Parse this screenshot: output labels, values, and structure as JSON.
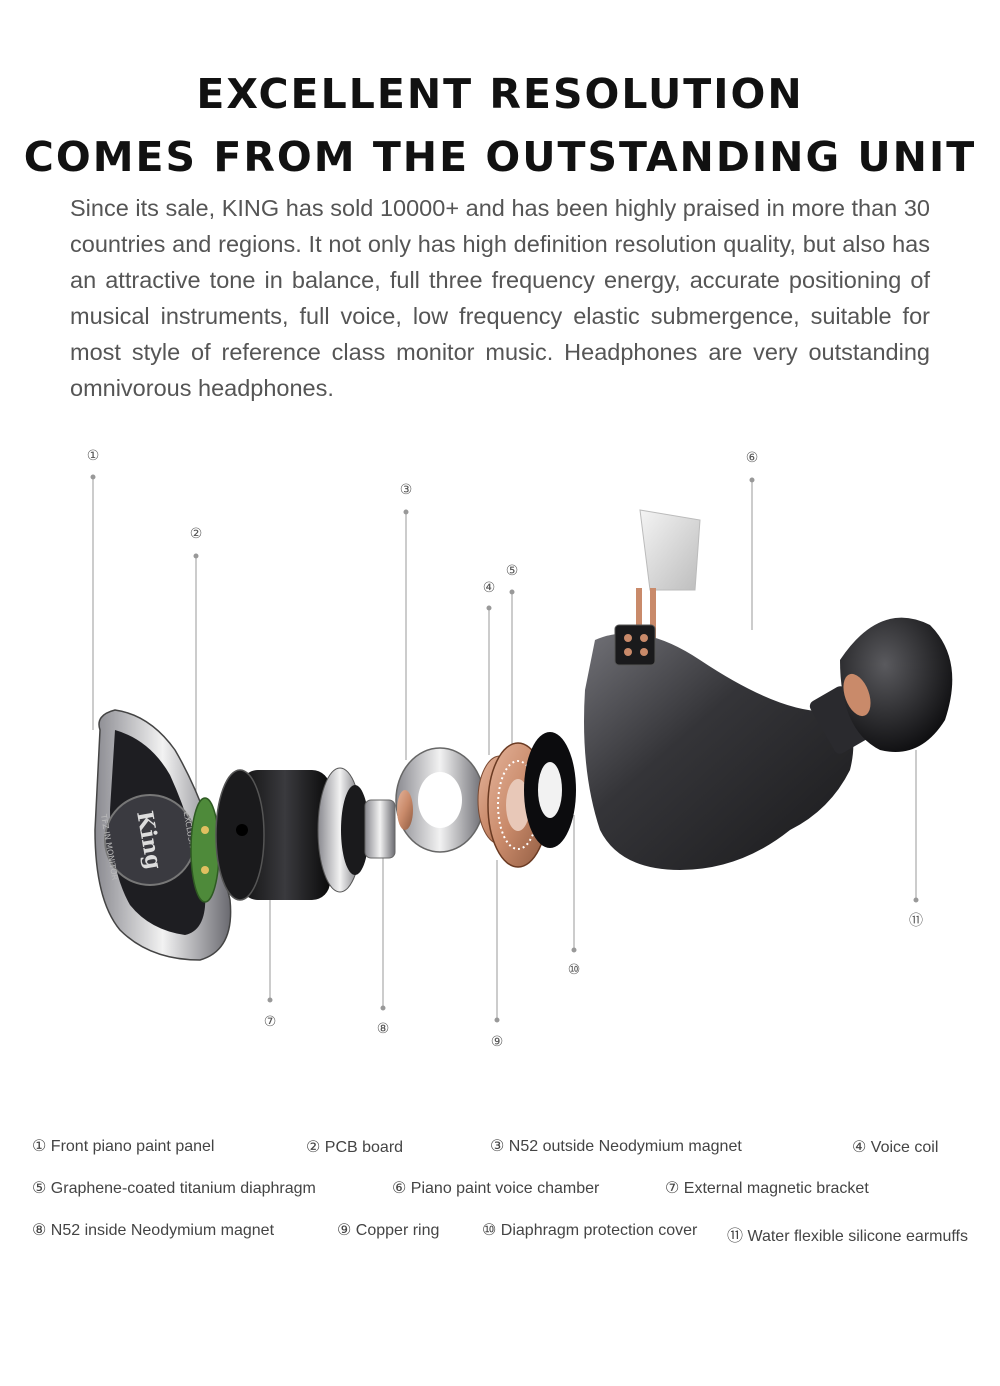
{
  "header": {
    "title_line1": "EXCELLENT RESOLUTION",
    "title_line2": "COMES FROM THE OUTSTANDING UNIT"
  },
  "description": "Since its sale, KING has sold 10000+ and has been highly praised in more than 30 countries and regions. It not only has high definition resolution quality, but also has an attractive tone in balance, full three frequency energy, accurate positioning of musical instruments, full voice, low frequency elastic submergence, suitable for most style of reference class monitor music. Headphones are very outstanding omnivorous headphones.",
  "callouts": {
    "n1": "①",
    "n2": "②",
    "n3": "③",
    "n4": "④",
    "n5": "⑤",
    "n6": "⑥",
    "n7": "⑦",
    "n8": "⑧",
    "n9": "⑨",
    "n10": "⑩",
    "n11": "⑪"
  },
  "faceplate_text": {
    "brand": "King",
    "line_a": "EXCLUSIVE",
    "line_b": "TFZ IN MONITOR"
  },
  "legend": {
    "item1": "① Front piano paint panel",
    "item2": "② PCB board",
    "item3": "③ N52 outside Neodymium magnet",
    "item4": "④ Voice coil",
    "item5": "⑤ Graphene-coated titanium diaphragm",
    "item6": "⑥ Piano paint voice chamber",
    "item7": "⑦ External magnetic bracket",
    "item8": "⑧ N52 inside Neodymium magnet",
    "item9": "⑨ Copper ring",
    "item10": "⑩ Diaphragm protection cover",
    "item11": "⑪ Water flexible silicone earmuffs"
  },
  "colors": {
    "title": "#111111",
    "body_text": "#555555",
    "leader_line": "#999999",
    "copper": "#c98a6a",
    "shell": "#2a2a2e"
  }
}
